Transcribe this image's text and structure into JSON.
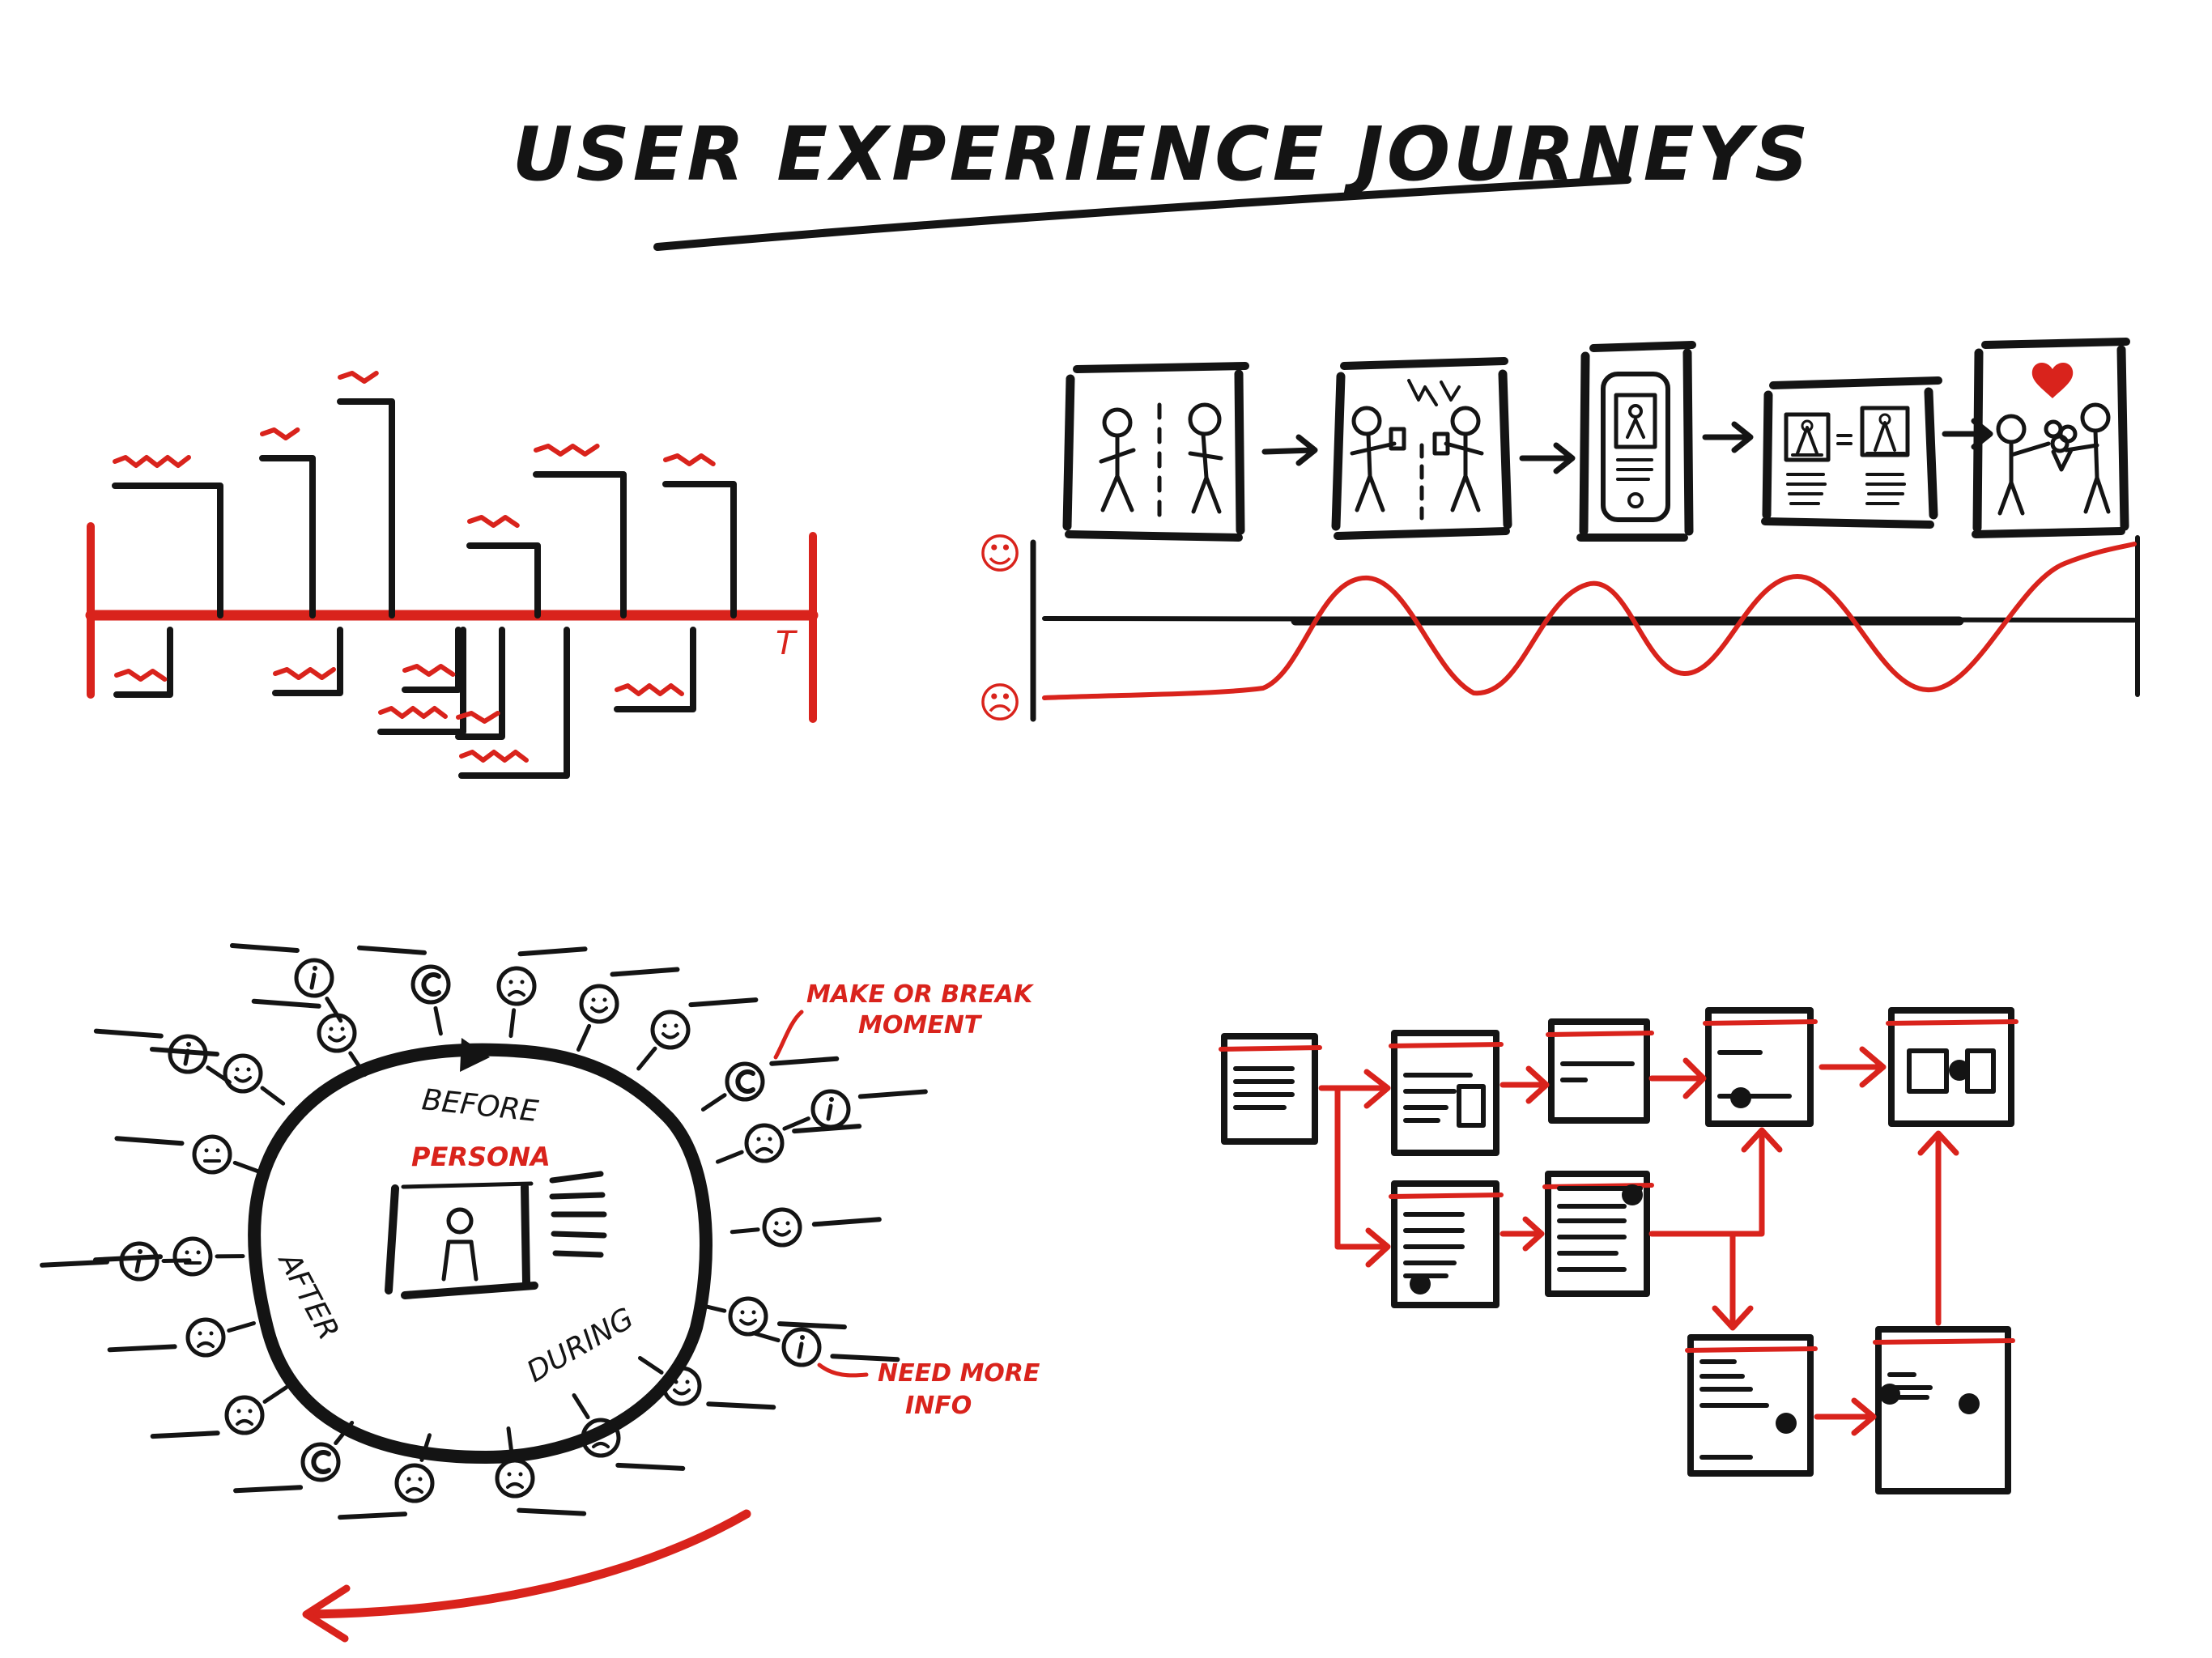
{
  "title": "USER EXPERIENCE JOURNEYS",
  "timeline": {
    "axis_label": "T"
  },
  "storyboard": {
    "happy_face_label": "☺",
    "sad_face_label": "☹",
    "frames": 5
  },
  "circle": {
    "before_label": "BEFORE",
    "during_label": "DURING",
    "after_label": "AFTER",
    "persona_label": "PERSONA",
    "make_or_break_line1": "MAKE OR BREAK",
    "make_or_break_line2": "MOMENT",
    "need_more_line1": "NEED MORE",
    "need_more_line2": "INFO"
  },
  "colors": {
    "ink": "#141414",
    "accent": "#d9231c"
  }
}
